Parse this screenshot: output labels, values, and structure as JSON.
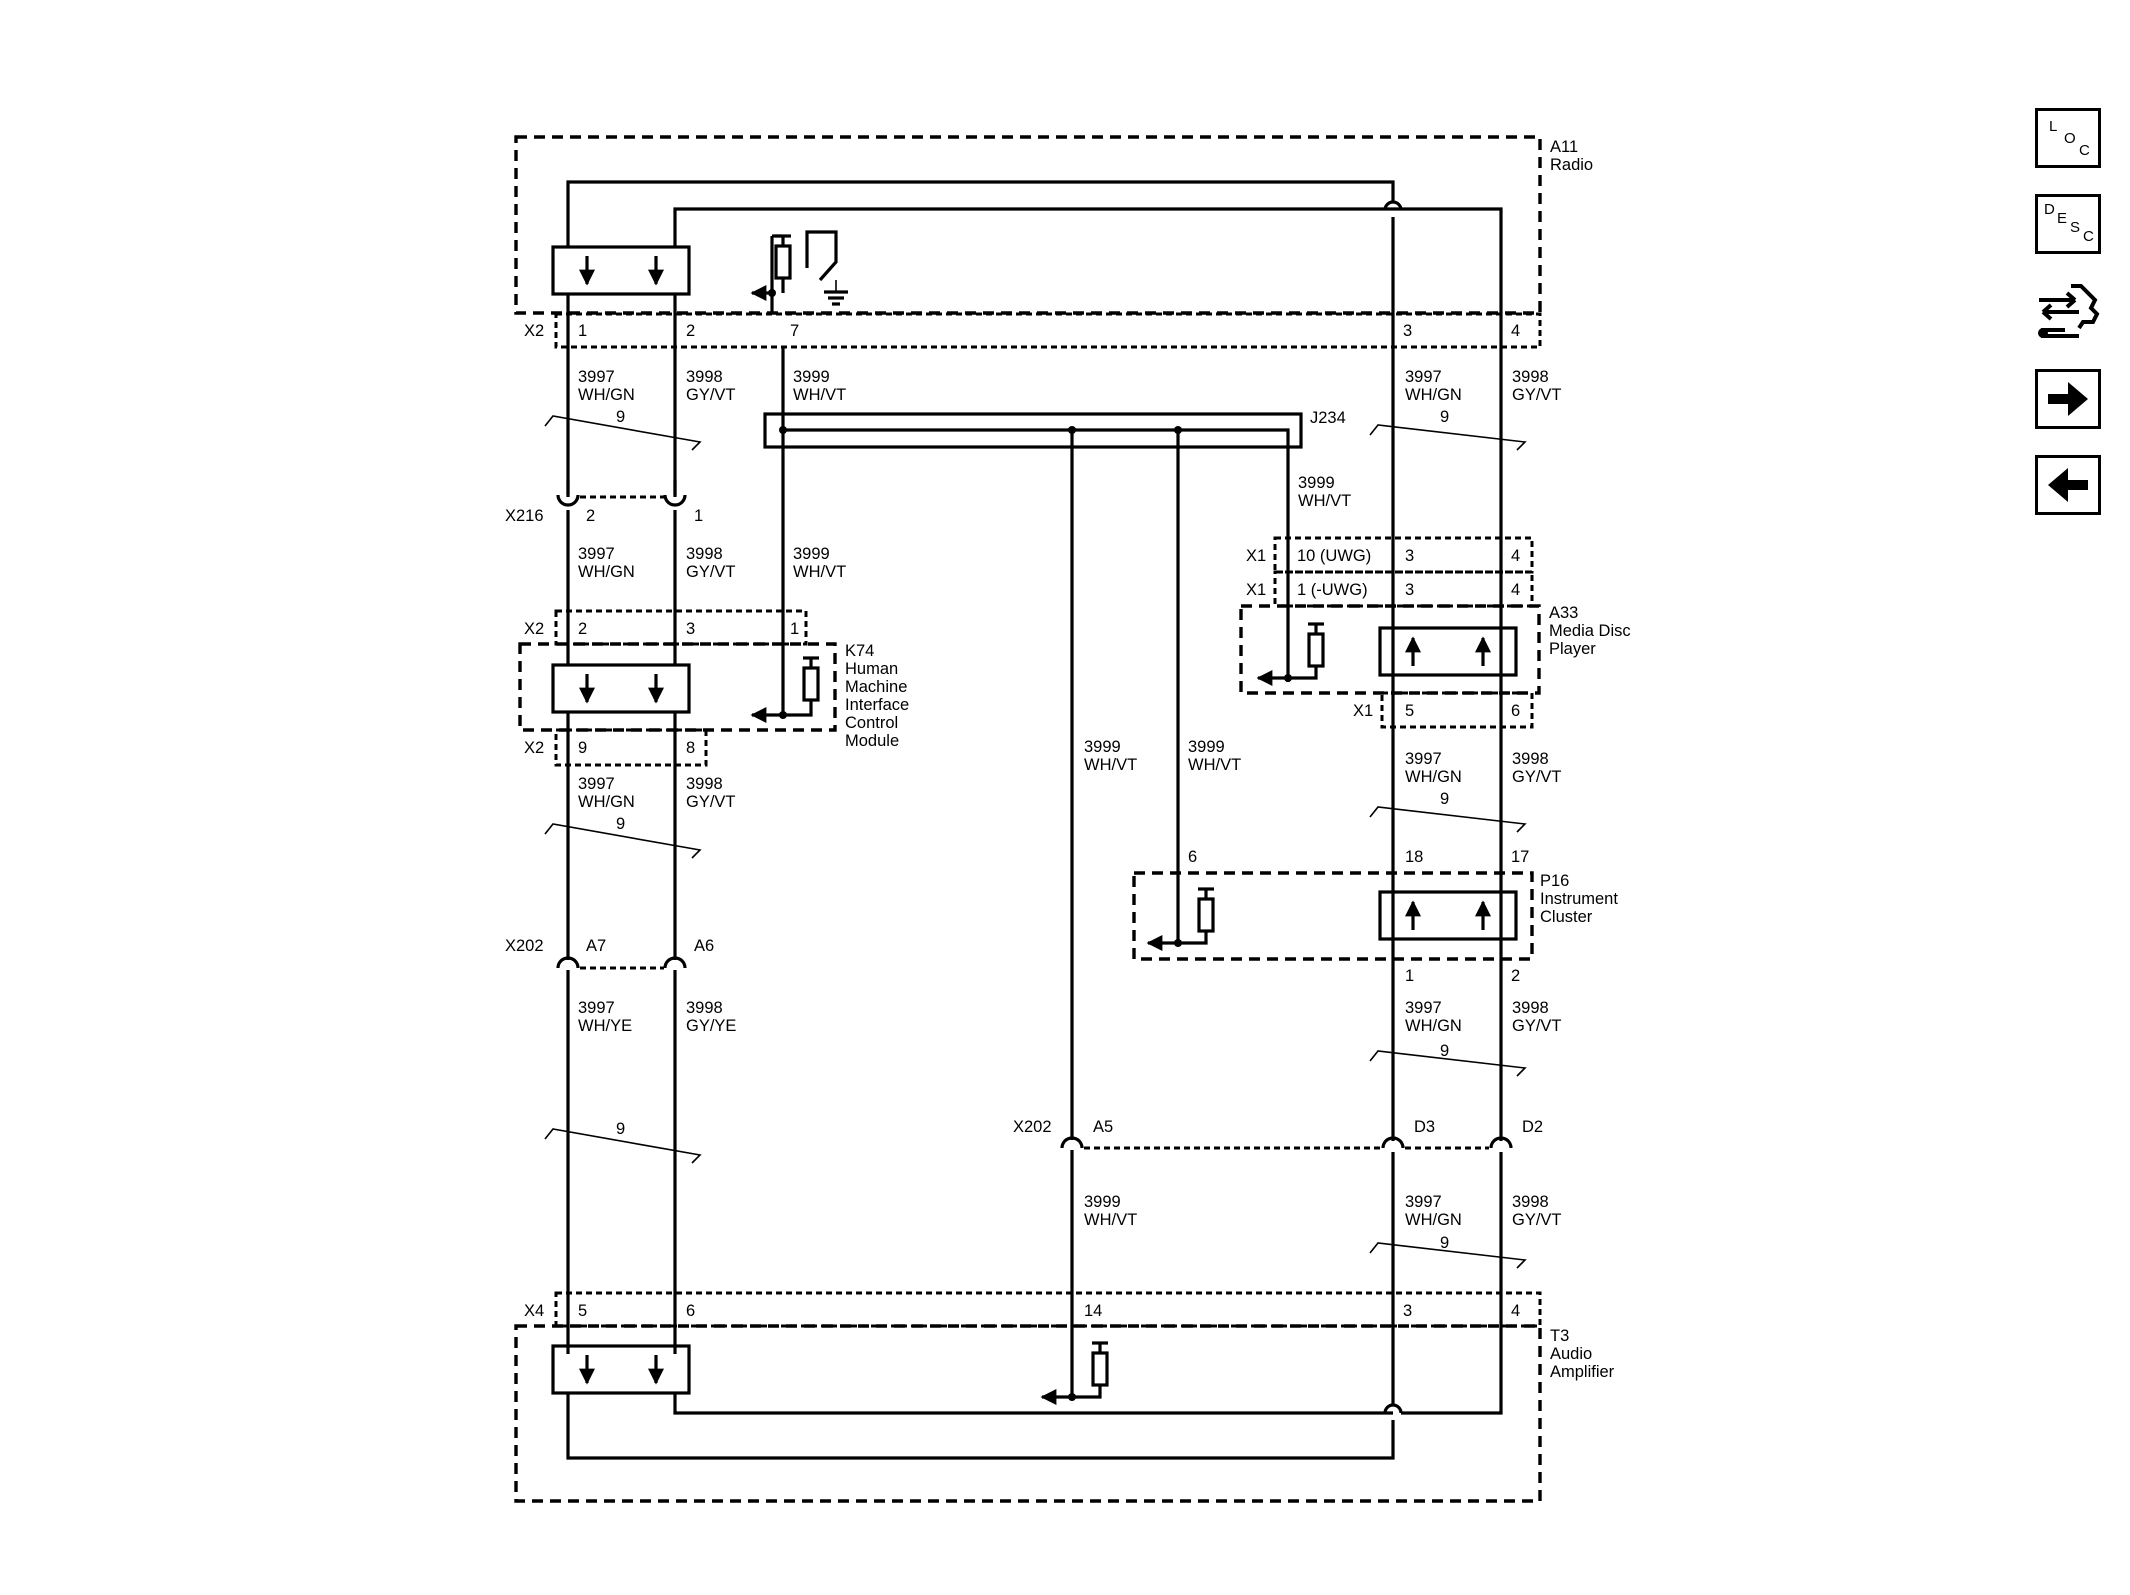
{
  "modules": {
    "radio": {
      "ref": "A11",
      "name": "Radio"
    },
    "hmi": {
      "ref": "K74",
      "name_lines": [
        "Human",
        "Machine",
        "Interface",
        "Control",
        "Module"
      ]
    },
    "media": {
      "ref": "A33",
      "name_lines": [
        "Media Disc",
        "Player"
      ]
    },
    "cluster": {
      "ref": "P16",
      "name_lines": [
        "Instrument",
        "Cluster"
      ]
    },
    "amp": {
      "ref": "T3",
      "name_lines": [
        "Audio",
        "Amplifier"
      ]
    }
  },
  "connectors": {
    "radio_x2": {
      "id": "X2",
      "pins": [
        "1",
        "2",
        "7",
        "3",
        "4"
      ]
    },
    "x216": {
      "id": "X216",
      "pins": [
        "2",
        "1"
      ]
    },
    "hmi_x2_top": {
      "id": "X2",
      "pins": [
        "2",
        "3",
        "1"
      ]
    },
    "hmi_x2_bot": {
      "id": "X2",
      "pins": [
        "9",
        "8"
      ]
    },
    "x202_left": {
      "id": "X202",
      "pins": [
        "A7",
        "A6"
      ]
    },
    "x202_right": {
      "id": "X202",
      "pins": [
        "A5",
        "D3",
        "D2"
      ]
    },
    "media_x1_a": {
      "id": "X1",
      "label": "10 (UWG)",
      "pins": [
        "3",
        "4"
      ]
    },
    "media_x1_b": {
      "id": "X1",
      "label": "1 (-UWG)",
      "pins": [
        "3",
        "4"
      ]
    },
    "media_x1_c": {
      "id": "X1",
      "pins": [
        "5",
        "6"
      ]
    },
    "cluster_pins": {
      "pins": [
        "6",
        "18",
        "17",
        "1",
        "2"
      ]
    },
    "amp_x4": {
      "id": "X4",
      "pins": [
        "5",
        "6",
        "14",
        "3",
        "4"
      ]
    }
  },
  "splice": {
    "id": "J234"
  },
  "wires": {
    "w3997_gn": {
      "circuit": "3997",
      "color": "WH/GN"
    },
    "w3998_vt": {
      "circuit": "3998",
      "color": "GY/VT"
    },
    "w3999": {
      "circuit": "3999",
      "color": "WH/VT"
    },
    "w3997_ye": {
      "circuit": "3997",
      "color": "WH/YE"
    },
    "w3998_ye": {
      "circuit": "3998",
      "color": "GY/YE"
    },
    "twist": "9"
  },
  "nav": {
    "loc": [
      "L",
      "O",
      "C"
    ],
    "desc": [
      "D",
      "E",
      "S",
      "C"
    ]
  }
}
